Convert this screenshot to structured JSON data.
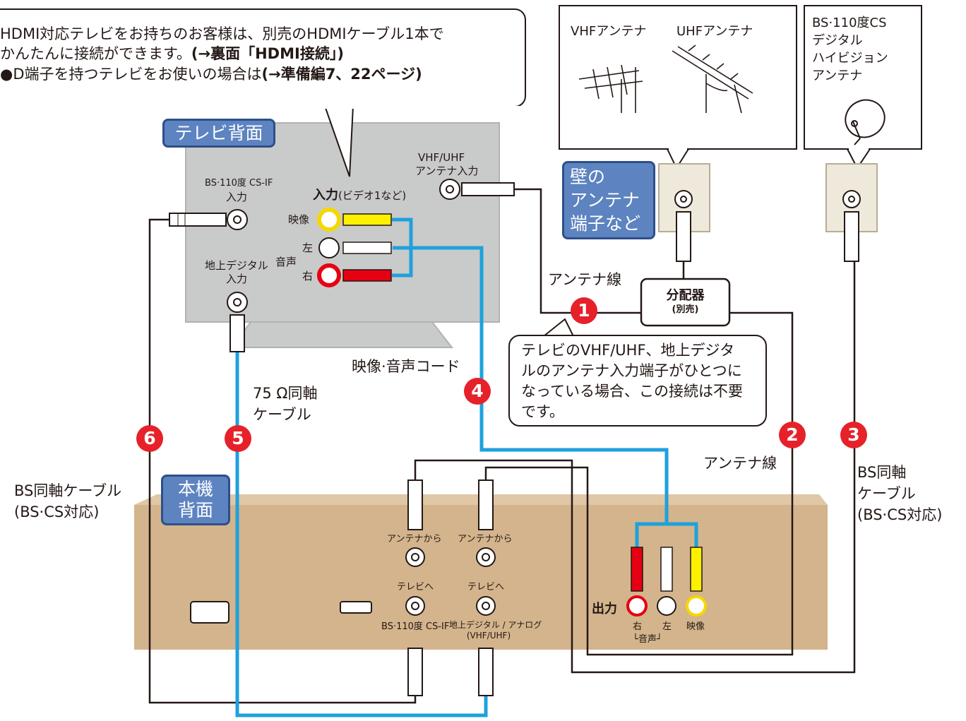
{
  "callout_top": {
    "line1": "HDMI対応テレビをお持ちのお客様は、別売のHDMIケーブル1本で",
    "line2_a": "かんたんに接続ができます。",
    "line2_b": "(→裏面「HDMI接続」)",
    "line3_a": "●D端子を持つテレビをお使いの場合は",
    "line3_b": "(→準備編7、22ページ)"
  },
  "tv": {
    "label": "テレビ背面",
    "bs_input": [
      "BS·110度 CS-IF",
      "入力"
    ],
    "terrestrial_input": [
      "地上デジタル",
      "入力"
    ],
    "vhf_uhf_input": [
      "VHF/UHF",
      "アンテナ入力"
    ],
    "av_input_title": "入力",
    "av_input_sub": "(ビデオ1など)",
    "video": "映像",
    "audio": "音声",
    "left": "左",
    "right": "右"
  },
  "antennas": {
    "vhf": "VHFアンテナ",
    "uhf": "UHFアンテナ",
    "bs": [
      "BS·110度CS",
      "デジタル",
      "ハイビジョン",
      "アンテナ"
    ]
  },
  "wall_terminal": [
    "壁の",
    "アンテナ",
    "端子など"
  ],
  "splitter": {
    "name": "分配器",
    "note": "(別売)"
  },
  "note_bubble": [
    "テレビのVHF/UHF、地上デジタ",
    "ルのアンテナ入力端子がひとつに",
    "なっている場合、この接続は不要",
    "です。"
  ],
  "cables": {
    "antenna_line_1": "アンテナ線",
    "antenna_line_2": "アンテナ線",
    "av_cord": "映像·音声コード",
    "coax75": [
      "75 Ω同軸",
      "ケーブル"
    ],
    "bs_coax_left": [
      "BS同軸ケーブル",
      "(BS·CS対応)"
    ],
    "bs_coax_right": [
      "BS同軸",
      "ケーブル",
      "(BS·CS対応)"
    ]
  },
  "numbers": [
    "1",
    "2",
    "3",
    "4",
    "5",
    "6"
  ],
  "unit": {
    "label": [
      "本機",
      "背面"
    ],
    "from_antenna_1": "アンテナから",
    "from_antenna_2": "アンテナから",
    "to_tv_1": "テレビへ",
    "to_tv_2": "テレビへ",
    "bs_cs_if": "BS·110度 CS-IF",
    "terrestrial_analog": [
      "地上デジタル / アナログ",
      "(VHF/UHF)"
    ],
    "output": "出力",
    "out_right": "右",
    "out_left": "左",
    "out_video": "映像",
    "out_audio": "└音声┘"
  },
  "colors": {
    "cable_blue": "#1ea1dc",
    "tv_gray": "#c9caca",
    "unit_tan": "#d4b48c",
    "number_red": "#e6212a",
    "tag_blue": "#5d83c0",
    "rca_yellow": "#fff000",
    "rca_red": "#e60012"
  }
}
